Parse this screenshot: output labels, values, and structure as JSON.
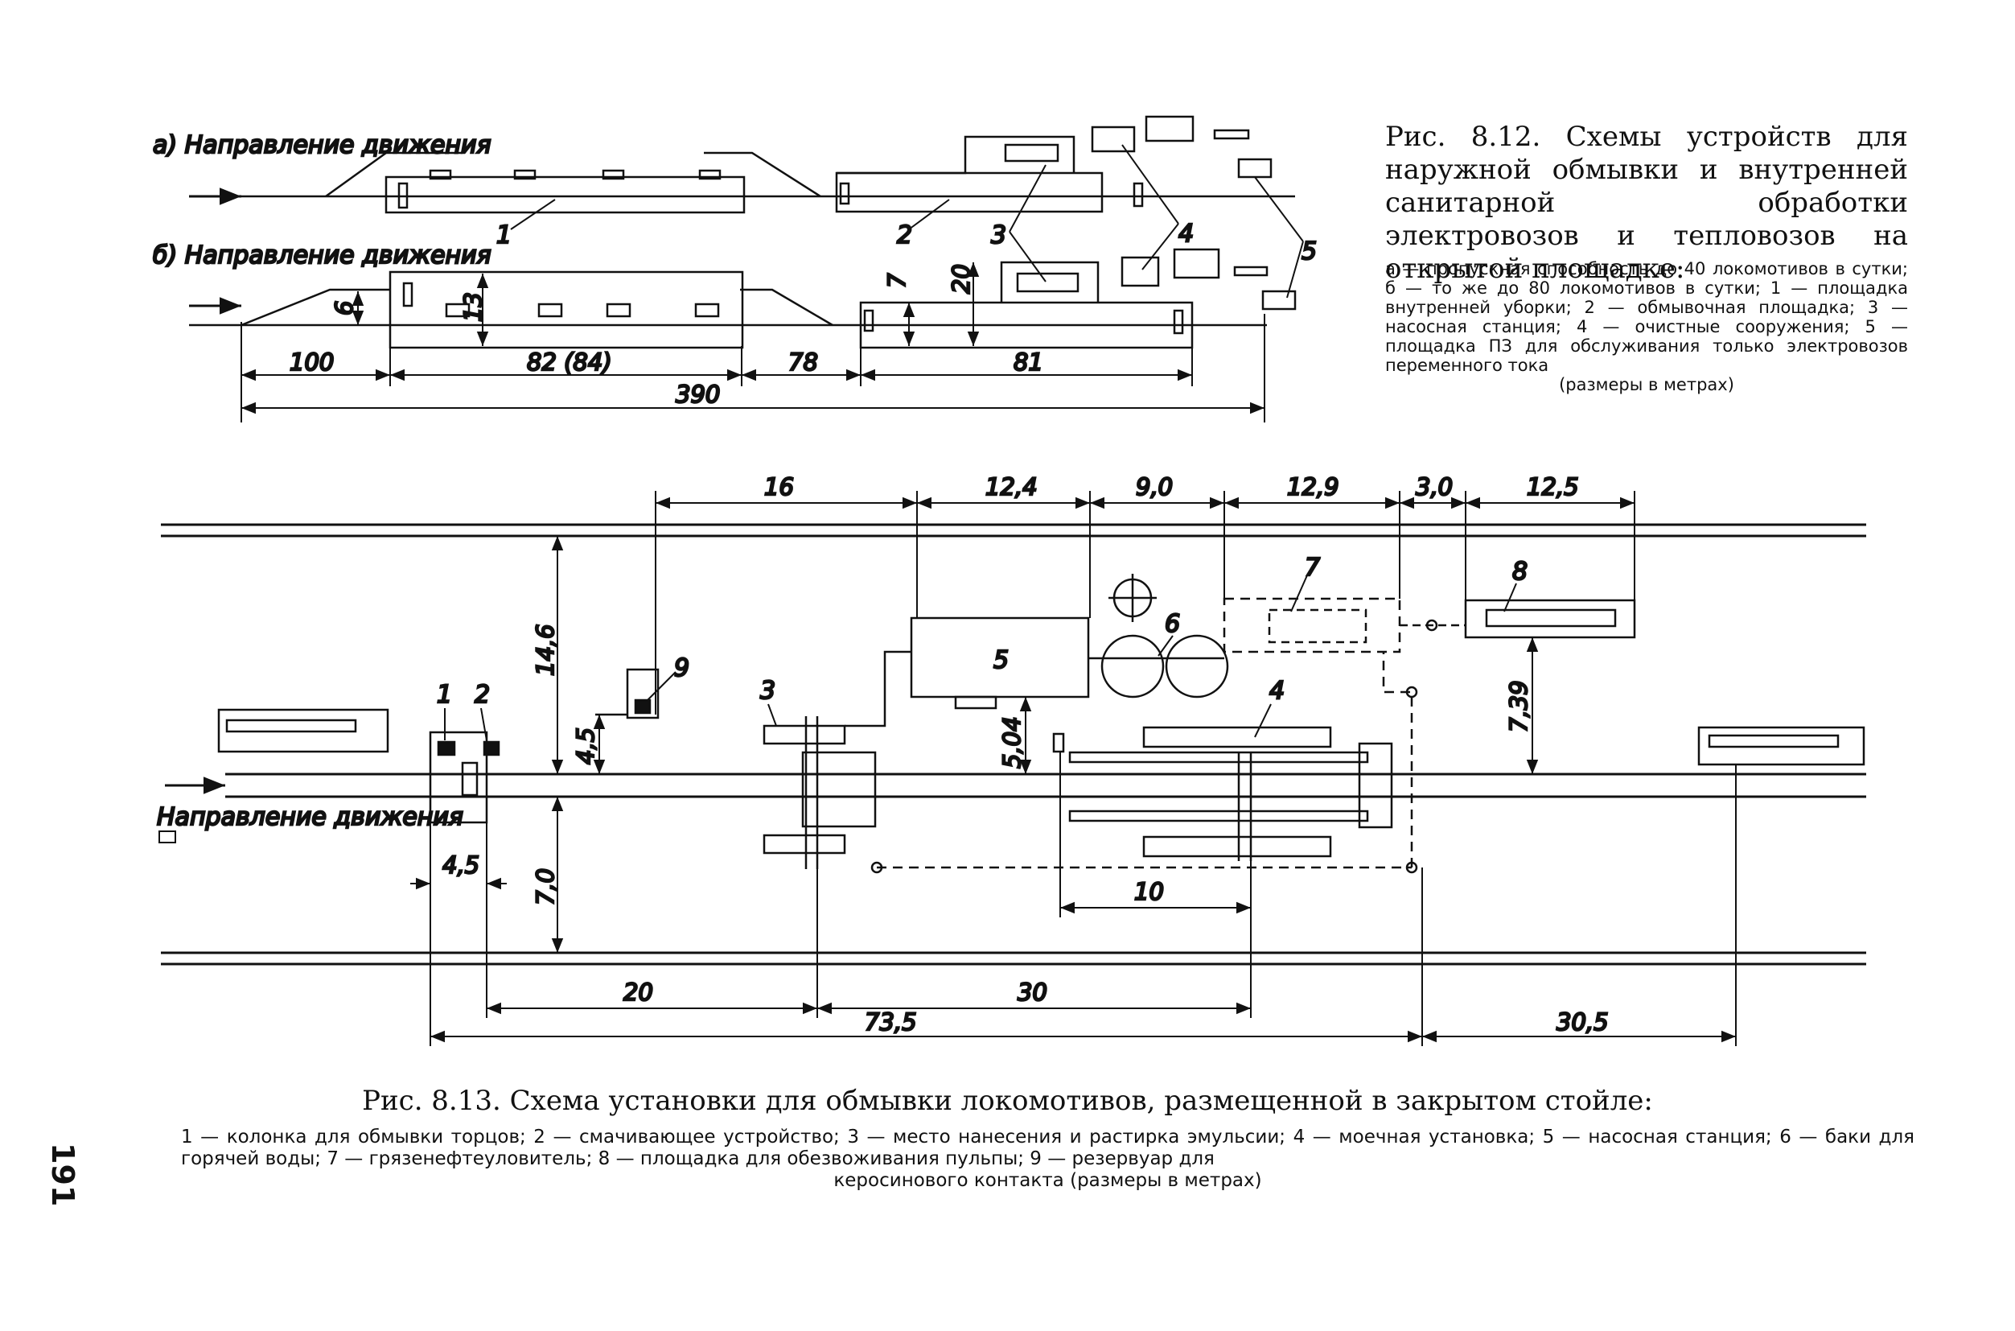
{
  "fig812": {
    "title": "Рис. 8.12. Схемы устройств для наружной обмывки и внутренней санитарной обработки электровозов и тепловозов на открытой площадке:",
    "legend": "а — пропускная способность до 40 локомотивов в сутки; б — то же до 80 локомотивов в сутки; 1 — площадка внутренней уборки; 2 — обмывочная площадка; 3 — насосная станция; 4 — очистные сооружения; 5 — площадка ПЗ для обслуживания только электровозов переменного тока",
    "legend_end": "(размеры в метрах)",
    "label_a": "а) Направление движения",
    "label_b": "б) Направление движения",
    "callouts": {
      "c1": "1",
      "c2": "2",
      "c3": "3",
      "c4": "4",
      "c5": "5"
    },
    "dims": {
      "d6": "6",
      "d13": "13",
      "d7": "7",
      "d20": "20",
      "d100": "100",
      "d82": "82 (84)",
      "d78": "78",
      "d81": "81",
      "d390": "390"
    }
  },
  "fig813": {
    "title": "Рис. 8.13. Схема установки для обмывки локомотивов, размещенной в закрытом стойле:",
    "legend": "1 — колонка для обмывки торцов; 2 — смачивающее устройство; 3 — место нанесения и растирка эмульсии; 4 — моечная установка; 5 — насосная станция; 6 — баки для горячей воды; 7 — грязенефтеуловитель; 8 — площадка для обезвоживания пульпы; 9 — резервуар для",
    "legend_end": "керосинового контакта (размеры в метрах)",
    "direction": "Направление движения",
    "callouts": {
      "c1": "1",
      "c2": "2",
      "c3": "3",
      "c4": "4",
      "c5": "5",
      "c6": "6",
      "c7": "7",
      "c8": "8",
      "c9": "9"
    },
    "dims": {
      "d16": "16",
      "d124": "12,4",
      "d90": "9,0",
      "d129": "12,9",
      "d30a": "3,0",
      "d125": "12,5",
      "d146": "14,6",
      "d45v": "4,5",
      "d504": "5,04",
      "d739": "7,39",
      "d70": "7,0",
      "d45h": "4,5",
      "d10": "10",
      "d20": "20",
      "d30": "30",
      "d735": "73,5",
      "d305": "30,5"
    }
  },
  "page_number": "191"
}
